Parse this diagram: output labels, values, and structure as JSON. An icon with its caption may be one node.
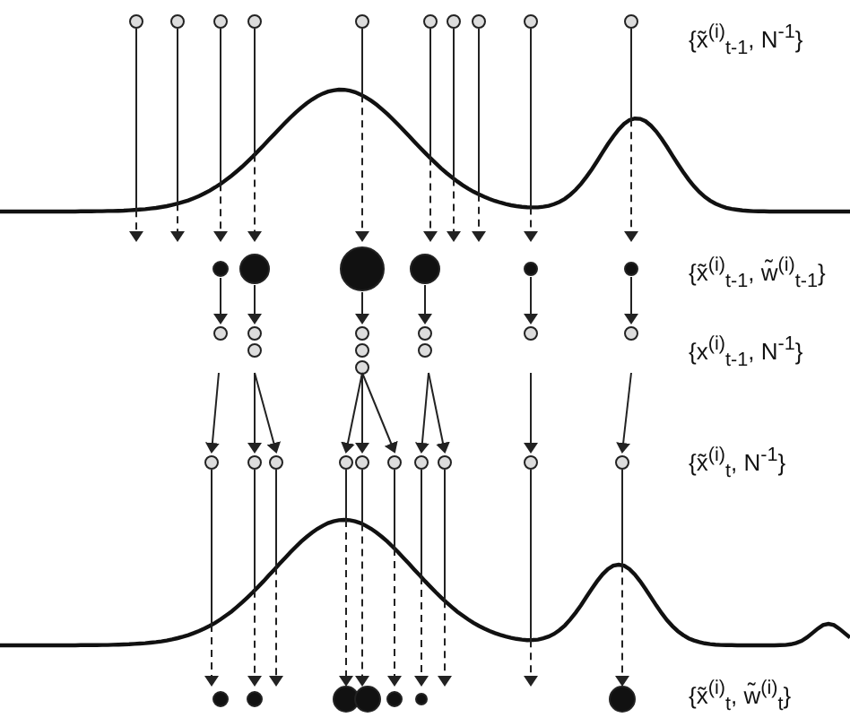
{
  "diagram": {
    "labels": [
      "{x̃$^{(i)}$$_{t-1}$, N$^{-1}$}",
      "{x̃$^{(i)}$$_{t-1}$, w̃$^{(i)}$$_{t-1}$}",
      "{x$^{(i)}$$_{t-1}$, N$^{-1}$}",
      "{x̃$^{(i)}$$_{t}$, N$^{-1}$}",
      "{x̃$^{(i)}$$_{t}$, w̃$^{(i)}$$_{t}$}"
    ]
  }
}
